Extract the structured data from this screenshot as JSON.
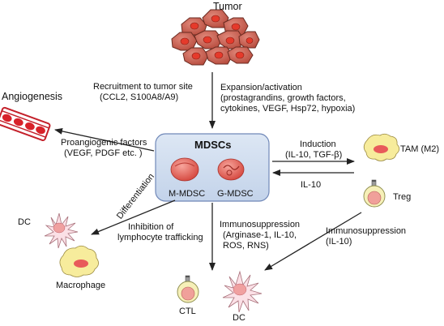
{
  "diagram": {
    "tumor": "Tumor",
    "angiogenesis": "Angiogenesis",
    "mdscs": "MDSCs",
    "m_mdsc": "M-MDSC",
    "g_mdsc": "G-MDSC",
    "recruitment": {
      "line1": "Recruitment to tumor site",
      "line2": "(CCL2, S100A8/A9)"
    },
    "expansion": {
      "line1": "Expansion/activation",
      "line2": "(prostagrandins, growth factors,",
      "line3": "cytokines, VEGF, Hsp72, hypoxia)"
    },
    "proangiogenic": {
      "line1": "Proangiogenic factors",
      "line2": "(VEGF, PDGF etc. )"
    },
    "induction": {
      "line1": "Induction",
      "line2": "(IL-10, TGF-β)"
    },
    "il10_back": "IL-10",
    "tam": "TAM (M2)",
    "treg": "Treg",
    "differentiation": "Differentiation",
    "dc_left": "DC",
    "macrophage": "Macrophage",
    "inhibition": {
      "line1": "Inhibition of",
      "line2": "lymphocyte trafficking"
    },
    "immunosuppression_mid": {
      "line1": "Immunosuppression",
      "line2": "(Arginase-1, IL-10,",
      "line3": "ROS, RNS)"
    },
    "immunosuppression_right": {
      "line1": "Immunosuppression",
      "line2": "(IL-10)"
    },
    "ctl": "CTL",
    "dc_bottom": "DC"
  },
  "colors": {
    "mdsc_box": "#cfdcee",
    "mdsc_border": "#6f86b5",
    "tumor_cell": "#c0594a",
    "tumor_nucleus": "#e03a2a",
    "mdsc_cell": "#e8605a",
    "macrophage": "#f7ec9c",
    "dc_body": "#fbe0e6",
    "dc_nucleus": "#f0a0a0",
    "lymphocyte": "#f6f0b8",
    "nucleus_red": "#e85a5a",
    "vessel_red": "#d8222a"
  }
}
